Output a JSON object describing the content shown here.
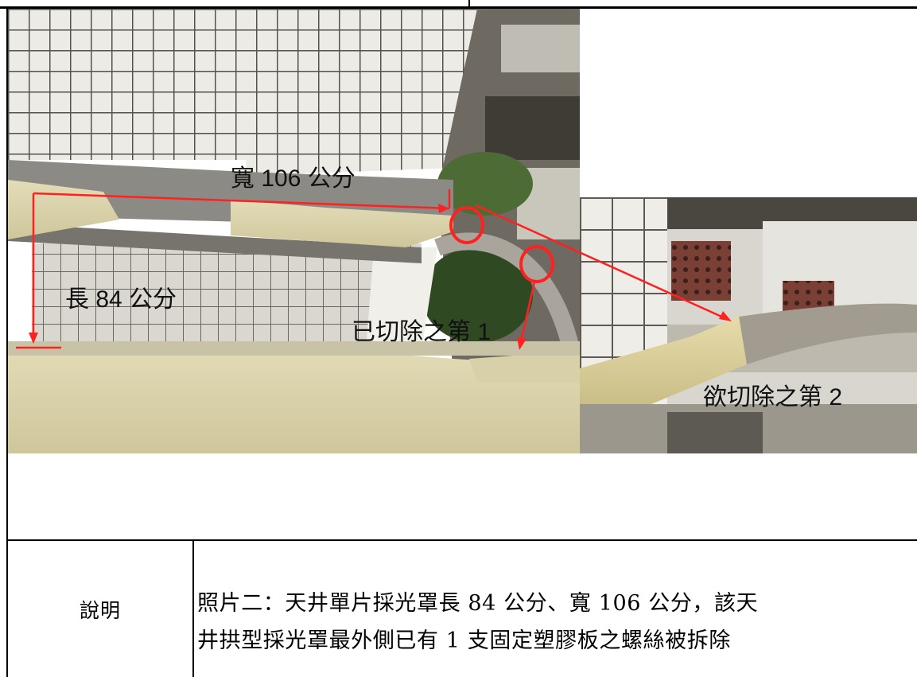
{
  "photo_annotations": {
    "width": "寬 106 公分",
    "length": "長 84 公分",
    "cut_first": "已切除之第 1",
    "cut_second": "欲切除之第 2"
  },
  "caption_table": {
    "label": "說明",
    "description_line1": "照片二：天井單片採光罩長 84 公分、寬 106 公分，該天",
    "description_line2": "井拱型採光罩最外側已有 1 支固定塑膠板之螺絲被拆除"
  },
  "colors": {
    "annotation_red": "#ff2020",
    "table_border": "#000000"
  }
}
